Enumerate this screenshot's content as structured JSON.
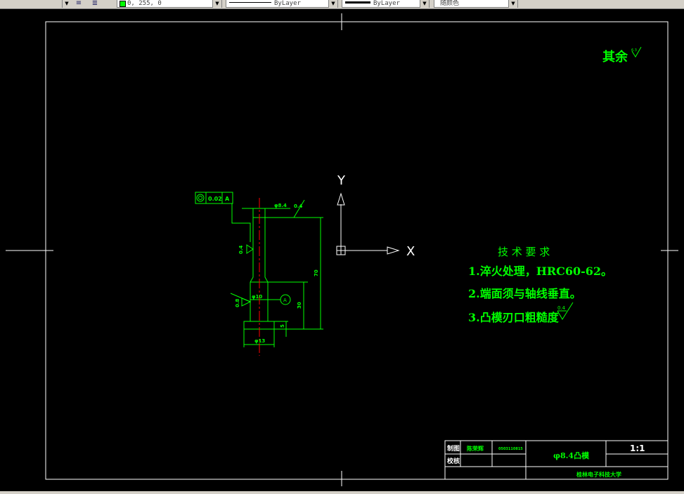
{
  "toolbar": {
    "color_value": "0, 255, 0",
    "linetype_value": "ByLayer",
    "lineweight_value": "ByLayer",
    "plotstyle_value": "随颜色"
  },
  "drawing": {
    "surface_note": "其余",
    "surface_note_value": "6.3",
    "tech_title": "技 术 要 求",
    "tech_items": [
      "1.淬火处理，HRC60-62。",
      "2.端面须与轴线垂直。",
      "3.凸模刃口粗糙度"
    ],
    "tech_roughness_value": "0.4",
    "axis_x": "X",
    "axis_y": "Y",
    "fcf_tolerance": "0.02",
    "fcf_datum": "A",
    "dim_top_dia": "φ8.4",
    "dim_top_roughness": "0.4",
    "dim_side_roughness": "0.4",
    "dim_lower_roughness": "0.8",
    "dim_shoulder_dia": "φ10",
    "dim_base_dia": "φ13",
    "dim_total_length": "70",
    "dim_shoulder_length": "30",
    "dim_head_height": "5",
    "datum_label": "A"
  },
  "title_block": {
    "row1_label": "制图",
    "row1_name": "陈荣辉",
    "row1_number": "0503110815",
    "row2_label": "校核",
    "part_name": "φ8.4凸模",
    "scale": "1:1",
    "school": "桂林电子科技大学"
  },
  "colors": {
    "background": "#000000",
    "lines": "#00ff00",
    "text": "#00ff00",
    "frame": "#ffffff",
    "centerline": "#ff0000"
  }
}
